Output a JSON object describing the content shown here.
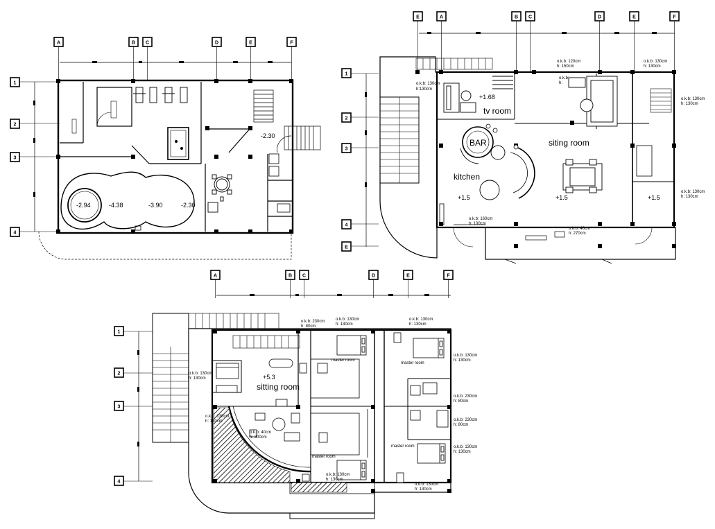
{
  "grid_letters": {
    "a": "A",
    "b": "B",
    "c": "C",
    "d": "D",
    "e": "E",
    "f": "F"
  },
  "grid_numbers": {
    "n1": "1",
    "n2": "2",
    "n3": "3",
    "n4": "4"
  },
  "basement": {
    "levels": {
      "pool1": "-2.94",
      "pool2": "-4.38",
      "pool3": "-3.90",
      "pool4": "-2.30",
      "stair": "-2.30"
    }
  },
  "ground": {
    "rooms": {
      "tv": "tv room",
      "bar": "BAR",
      "siting": "siting room",
      "kitchen": "kitchen"
    },
    "levels": {
      "tv": "+1.68",
      "kitchen": "+1.5",
      "siting": "+1.5",
      "right": "+1.5"
    },
    "notes": {
      "n1": "o.k.b: 130cm",
      "n2": "h:130cm",
      "n3": "o.k.b: 120cm",
      "n4": "h: 150cm",
      "n5": "o.k.b: 130cm",
      "n6": "h: 130cm",
      "n7": "o.k.b: 130cm",
      "n8": "h: 130cm",
      "n9": "o.k.b: 130cm",
      "n10": "h: 130cm",
      "n11": "o.k.b: 160cm",
      "n12": "h: 100cm",
      "n13": "o.k.b: 40cm",
      "n14": "h: 270cm",
      "n15": "o.k.b:",
      "n16": "h:"
    }
  },
  "first": {
    "rooms": {
      "sitting": "sitting room",
      "master1": "master room",
      "master2": "master room",
      "master3": "master room",
      "master4": "master room"
    },
    "levels": {
      "sitting": "+5.3"
    },
    "notes": {
      "a1": "o.k.b: 230cm",
      "a2": "h: 80cm",
      "b1": "o.k.b: 130cm",
      "b2": "h: 130cm",
      "c1": "o.k.b: 130cm",
      "c2": "h: 130cm",
      "d1": "o.k.b: 130cm",
      "d2": "h: 130cm",
      "e1": "o.k.b: 230cm",
      "e2": "h: 80cm",
      "f1": "o.k.b: 230cm",
      "f2": "h: 80cm",
      "g1": "o.k.b: 130cm",
      "g2": "h: 130cm",
      "h1": "o.k.b: 130cm",
      "h2": "h: 130cm",
      "i1": "o.k.b: 130cm",
      "i2": "h: 130cm",
      "j1": "o.k.b: 130cm",
      "j2": "h: 130cm",
      "k1": "o.k.b: 40cm",
      "k2": "h: 300cm",
      "l1": "o.k.b: 130cm",
      "l2": "h: 130cm"
    }
  }
}
